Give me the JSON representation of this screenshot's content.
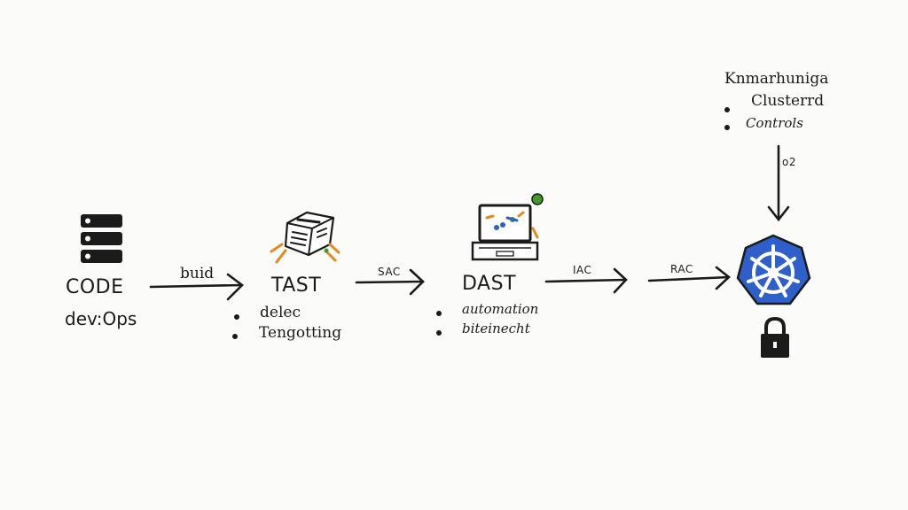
{
  "code_node": {
    "title": "CODE",
    "subtitle": "dev:Ops"
  },
  "tast_node": {
    "title": "TAST",
    "items": [
      "delec",
      "Tengotting"
    ]
  },
  "dast_node": {
    "title": "DAST",
    "items": [
      "automation",
      "biteinecht"
    ]
  },
  "cluster_node": {
    "title": "Knmarhuniga",
    "items": [
      "Clusterrd",
      "Controls"
    ]
  },
  "edges": {
    "code_to_tast": "buid",
    "tast_to_dast": "SAC",
    "dast_to_next": "IAC",
    "iac_to_cluster": "RAC",
    "controls_to_cluster": "o2"
  },
  "colors": {
    "ink": "#1b1b1b",
    "accent_orange": "#e08a1e",
    "accent_green": "#3f9a2b",
    "kubernetes_blue": "#2f5fc8"
  },
  "icons": [
    "server-stack-icon",
    "printer-icon",
    "laptop-icon",
    "kubernetes-helm-icon",
    "padlock-icon"
  ]
}
